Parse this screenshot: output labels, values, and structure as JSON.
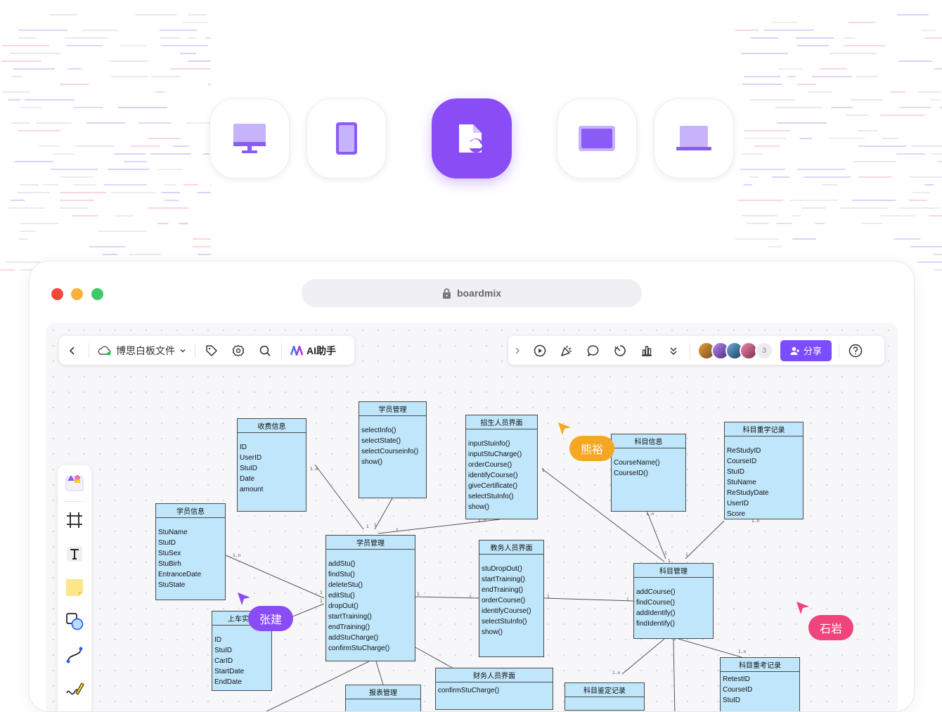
{
  "devices": [
    {
      "icon": "desktop-monitor-icon",
      "active": false
    },
    {
      "icon": "tablet-icon",
      "active": false
    },
    {
      "icon": "cloud-file-icon",
      "active": true
    },
    {
      "icon": "ipad-landscape-icon",
      "active": false
    },
    {
      "icon": "laptop-icon",
      "active": false
    }
  ],
  "browser": {
    "url": "boardmix"
  },
  "toolbar_left": {
    "file_name": "博思白板文件",
    "ai_label": "AI助手"
  },
  "toolbar_right": {
    "collaborator_count": "3",
    "share_label": "分享"
  },
  "collaborators": [
    {
      "name": "熊裕",
      "color": "#f5a623"
    },
    {
      "name": "张建",
      "color": "#8a4df5"
    },
    {
      "name": "石岩",
      "color": "#f0447c"
    }
  ],
  "colors": {
    "accent": "#8a4df5",
    "share_button": "#7c4dff",
    "class_fill": "#bfe6fb"
  },
  "diagram": {
    "classes": [
      {
        "id": "fee",
        "title": "收费信息",
        "members": [
          "ID",
          "UserID",
          "StuID",
          "Date",
          "amount"
        ]
      },
      {
        "id": "stumgr_top",
        "title": "学员管理",
        "members": [
          "selectInfo()",
          "selectState()",
          "selectCourseinfo()",
          "show()"
        ]
      },
      {
        "id": "recruit",
        "title": "招生人员界面",
        "members": [
          "inputStuinfo()",
          "inputStuCharge()",
          "orderCourse()",
          "identifyCourse()",
          "giveCertificate()",
          "selectStuInfo()",
          "show()"
        ]
      },
      {
        "id": "course_info",
        "title": "科目信息",
        "members": [
          "CourseName()",
          "CourseID()"
        ]
      },
      {
        "id": "restudy",
        "title": "科目重学记录",
        "members": [
          "ReStudyID",
          "CourseID",
          "StuID",
          "StuName",
          "ReStudyDate",
          "UserID",
          "Score"
        ]
      },
      {
        "id": "stu_info",
        "title": "学员信息",
        "members": [
          "StuName",
          "StuID",
          "StuSex",
          "StuBirh",
          "EntranceDate",
          "StuState"
        ]
      },
      {
        "id": "stu_mgr",
        "title": "学员管理",
        "members": [
          "addStu()",
          "findStu()",
          "deleteStu()",
          "editStu()",
          "dropOut()",
          "startTraining()",
          "endTraining()",
          "addStuCharge()",
          "confirmStuCharge()"
        ]
      },
      {
        "id": "academic",
        "title": "教务人员界面",
        "members": [
          "stuDropOut()",
          "startTraining()",
          "endTraining()",
          "orderCourse()",
          "identifyCourse()",
          "selectStuInfo()",
          "show()"
        ]
      },
      {
        "id": "course_mgr",
        "title": "科目管理",
        "members": [
          "addCourse()",
          "findCourse()",
          "addIdentify()",
          "findIdentify()"
        ]
      },
      {
        "id": "practice",
        "title": "上车实习",
        "members": [
          "ID",
          "StuID",
          "CarID",
          "StartDate",
          "EndDate"
        ]
      },
      {
        "id": "report",
        "title": "报表管理",
        "members": []
      },
      {
        "id": "finance",
        "title": "财务人员界面",
        "members": [
          "confirmStuCharge()"
        ]
      },
      {
        "id": "exam_rec",
        "title": "科目鉴定记录",
        "members": []
      },
      {
        "id": "retest",
        "title": "科目重考记录",
        "members": [
          "RetestID",
          "CourseID",
          "StuID"
        ]
      }
    ],
    "multiplicities": [
      "1..n",
      "1",
      "1",
      "1",
      "1..n",
      "1..n",
      "1",
      "1",
      "1",
      "1",
      "1..n",
      "1..n",
      "1",
      "1",
      "1",
      "1",
      "1",
      "1",
      "1..n",
      "1..n",
      "1"
    ]
  }
}
